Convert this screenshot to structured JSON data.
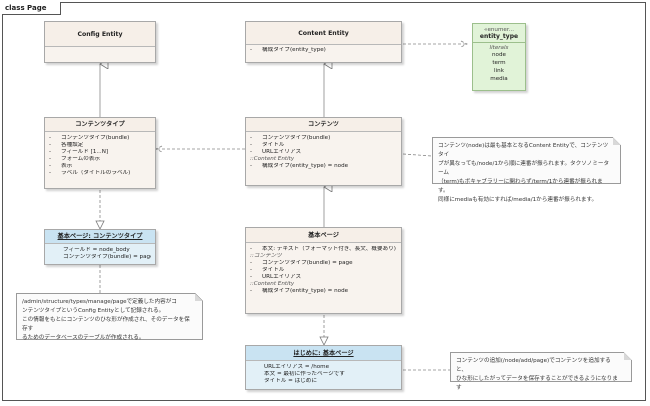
{
  "frame": {
    "label": "class Page"
  },
  "classes": {
    "config_entity": {
      "name": "Config Entity"
    },
    "content_entity": {
      "name": "Content Entity",
      "attrs": [
        {
          "vis": "-",
          "text": "構成タイプ(entity_type)"
        }
      ]
    },
    "content_type": {
      "name": "コンテンツタイプ",
      "attrs": [
        {
          "vis": "-",
          "text": "コンテンツタイプ(bundle)"
        },
        {
          "vis": "-",
          "text": "各種設定"
        },
        {
          "vis": "-",
          "text": "フィールド [1...N]"
        },
        {
          "vis": "-",
          "text": "フォームの表示"
        },
        {
          "vis": "-",
          "text": "表示"
        },
        {
          "vis": "-",
          "text": "ラベル（タイトルのラベル)"
        }
      ]
    },
    "content": {
      "name": "コンテンツ",
      "attrs": [
        {
          "vis": "-",
          "text": "コンテンツタイプ(bundle)"
        },
        {
          "vis": "-",
          "text": "タイトル"
        },
        {
          "vis": "-",
          "text": "URLエイリアス"
        }
      ],
      "inherited_label": "::Content Entity",
      "inherited": [
        {
          "vis": "-",
          "text": "構成タイプ(entity_type) = node"
        }
      ]
    },
    "basic_page": {
      "name": "基本ページ",
      "attrs": [
        {
          "vis": "-",
          "text": "本文: テキスト（フォーマット付き、長文、概要あり)"
        }
      ],
      "inherited_label_1": "::コンテンツ",
      "inherited_1": [
        {
          "vis": "-",
          "text": "コンテンツタイプ(bundle) = page"
        },
        {
          "vis": "-",
          "text": "タイトル"
        },
        {
          "vis": "-",
          "text": "URLエイリアス"
        }
      ],
      "inherited_label_2": "::Content Entity",
      "inherited_2": [
        {
          "vis": "-",
          "text": "構成タイプ(entity_type) = node"
        }
      ]
    },
    "basic_page_type": {
      "name": "基本ページ: コンテンツタイプ",
      "attrs": [
        {
          "text": "フィールド = node_body"
        },
        {
          "text": "コンテンツタイプ(bundle) = page"
        }
      ]
    },
    "hajimeni": {
      "name": "はじめに: 基本ページ",
      "attrs": [
        {
          "text": "URLエイリアス = /home"
        },
        {
          "text": "本文 = 最初に作ったページです"
        },
        {
          "text": "タイトル = はじめに"
        }
      ]
    }
  },
  "enum": {
    "stereotype": "«enumer...",
    "name": "entity_type",
    "literals_label": "literals",
    "literals": [
      "node",
      "term",
      "link",
      "media"
    ]
  },
  "notes": {
    "content_note": [
      "コンテンツ(node)は最も基本となるContent Entityで、コンテンツタイ",
      "プが異なっても/node/1から順に連番が振られます。タクソノミーターム",
      "（term)もボキャブラリーに関わらず/term/1から連番が振られます。",
      "同様にmediaも有効にすれば/media/1から連番が振られます。"
    ],
    "config_note": [
      "/admin/structure/types/manage/pageで定義した内容がコ",
      "ンテンツタイプというConfig Entityとして記録される。",
      "この情報をもとにコンテンツのひな形が作成され、そのデータを保存す",
      "るためのデータベースのテーブルが作成される。"
    ],
    "add_note": [
      "コンテンツの追加(/node/add/page)でコンテンツを追加すると、",
      "ひな形にしたがってデータを保存することができるようになります"
    ]
  }
}
